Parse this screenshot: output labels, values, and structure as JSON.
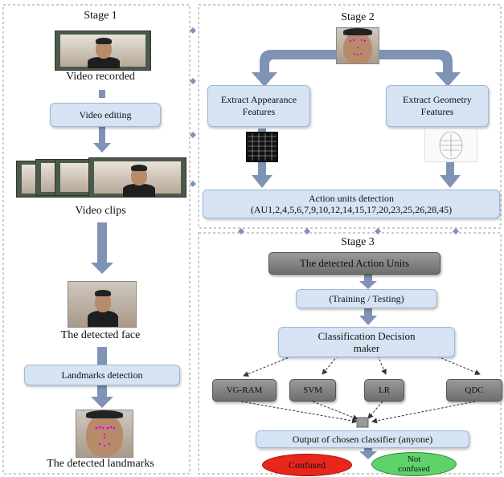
{
  "stage1": {
    "title": "Stage 1",
    "video_recorded": "Video recorded",
    "video_editing": "Video editing",
    "video_clips": "Video clips",
    "detected_face": "The detected face",
    "landmarks_detection": "Landmarks detection",
    "detected_landmarks": "The detected landmarks"
  },
  "stage2": {
    "title": "Stage 2",
    "appearance_line1": "Extract Appearance",
    "appearance_line2": "Features",
    "geometry_line1": "Extract Geometry",
    "geometry_line2": "Features",
    "au_line1": "Action units detection",
    "au_line2": "(AU1,2,4,5,6,7,9,10,12,14,15,17,20,23,25,26,28,45)"
  },
  "stage3": {
    "title": "Stage 3",
    "detected_aus": "The detected Action Units",
    "training_testing": "(Training  / Testing)",
    "decision_line1": "Classification Decision",
    "decision_line2": "maker",
    "classifiers": [
      "VG-RAM",
      "SVM",
      "LR",
      "QDC"
    ],
    "output": "Output of chosen classifier (anyone)",
    "confused": "Confused",
    "not_confused_line1": "Not",
    "not_confused_line2": "confused"
  },
  "colors": {
    "arrow": "#7f93b5",
    "box_fill": "#d5e3f3",
    "confused": "#e8261b",
    "not_confused": "#5fd36a"
  }
}
